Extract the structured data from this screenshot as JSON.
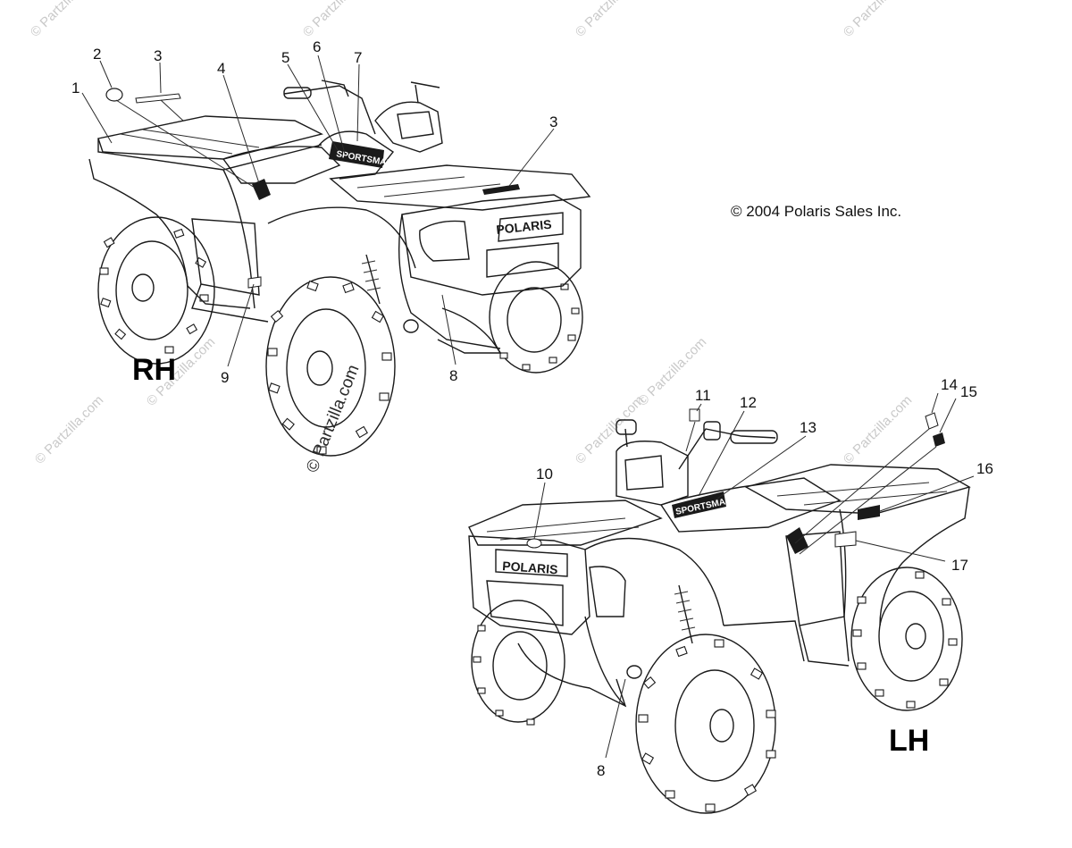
{
  "copyright": "© 2004 Polaris Sales Inc.",
  "views": {
    "rh": {
      "label": "RH"
    },
    "lh": {
      "label": "LH"
    }
  },
  "callouts_rh": [
    "1",
    "2",
    "3",
    "4",
    "5",
    "6",
    "7",
    "3",
    "9",
    "8"
  ],
  "callouts_lh": [
    "11",
    "12",
    "13",
    "14",
    "15",
    "10",
    "16",
    "17",
    "8"
  ],
  "brand_text": "POLARIS",
  "model_text": "SPORTSMAN",
  "watermark": {
    "diagonal": "© Partzilla.com",
    "faint": "© Partzilla.com"
  }
}
